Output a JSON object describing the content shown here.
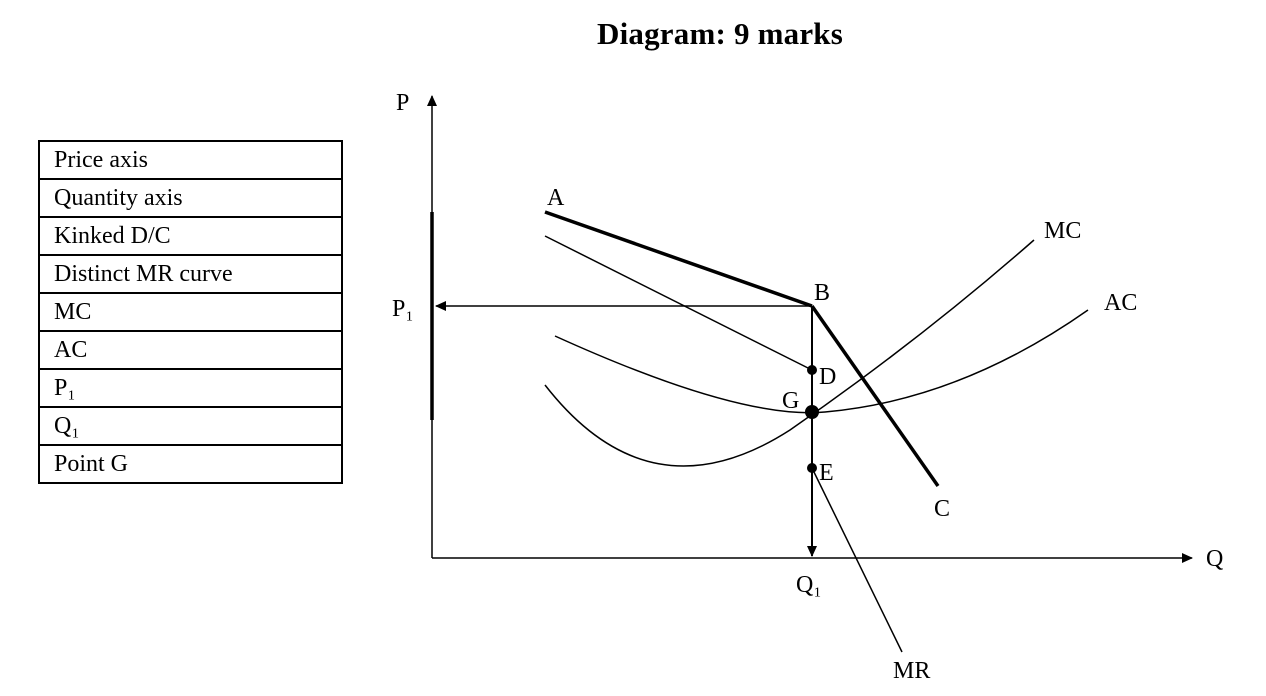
{
  "title": "Diagram: 9 marks",
  "marks_checklist": [
    {
      "label": "Price axis"
    },
    {
      "label": "Quantity axis"
    },
    {
      "label": "Kinked D/C"
    },
    {
      "label": "Distinct MR curve"
    },
    {
      "label": "MC"
    },
    {
      "label": "AC"
    },
    {
      "label": "P₁"
    },
    {
      "label": "Q₁"
    },
    {
      "label": "Point G"
    }
  ],
  "diagram": {
    "axis_labels": {
      "price": "P",
      "quantity": "Q"
    },
    "price_level": "P₁",
    "quantity_level": "Q₁",
    "points": {
      "A": "A",
      "B": "B",
      "C": "C",
      "D": "D",
      "E": "E",
      "G": "G"
    },
    "curves": {
      "mc": "MC",
      "ac": "AC",
      "mr": "MR"
    }
  }
}
